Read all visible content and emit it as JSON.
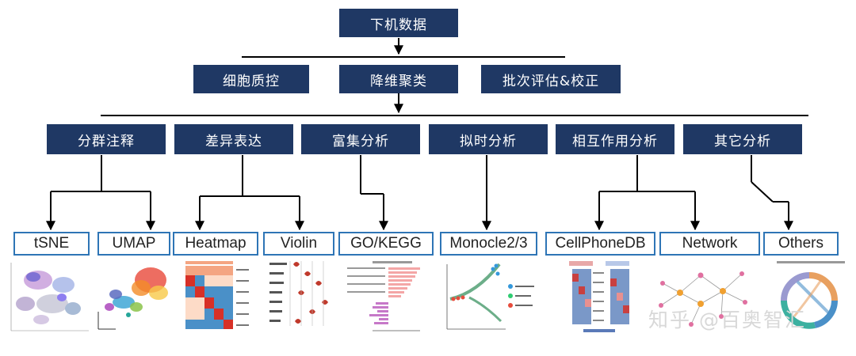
{
  "root": {
    "label": "下机数据"
  },
  "stage2": [
    {
      "label": "细胞质控"
    },
    {
      "label": "降维聚类"
    },
    {
      "label": "批次评估&校正"
    }
  ],
  "stage3": [
    {
      "label": "分群注释"
    },
    {
      "label": "差异表达"
    },
    {
      "label": "富集分析"
    },
    {
      "label": "拟时分析"
    },
    {
      "label": "相互作用分析"
    },
    {
      "label": "其它分析"
    }
  ],
  "methods": [
    {
      "label": "tSNE"
    },
    {
      "label": "UMAP"
    },
    {
      "label": "Heatmap"
    },
    {
      "label": "Violin"
    },
    {
      "label": "GO/KEGG"
    },
    {
      "label": "Monocle2/3"
    },
    {
      "label": "CellPhoneDB"
    },
    {
      "label": "Network"
    },
    {
      "label": "Others"
    }
  ],
  "watermark": "知乎 @百奥智汇",
  "colors": {
    "box_fill": "#1f3864",
    "method_border": "#2e75b6",
    "connector": "#000000"
  }
}
